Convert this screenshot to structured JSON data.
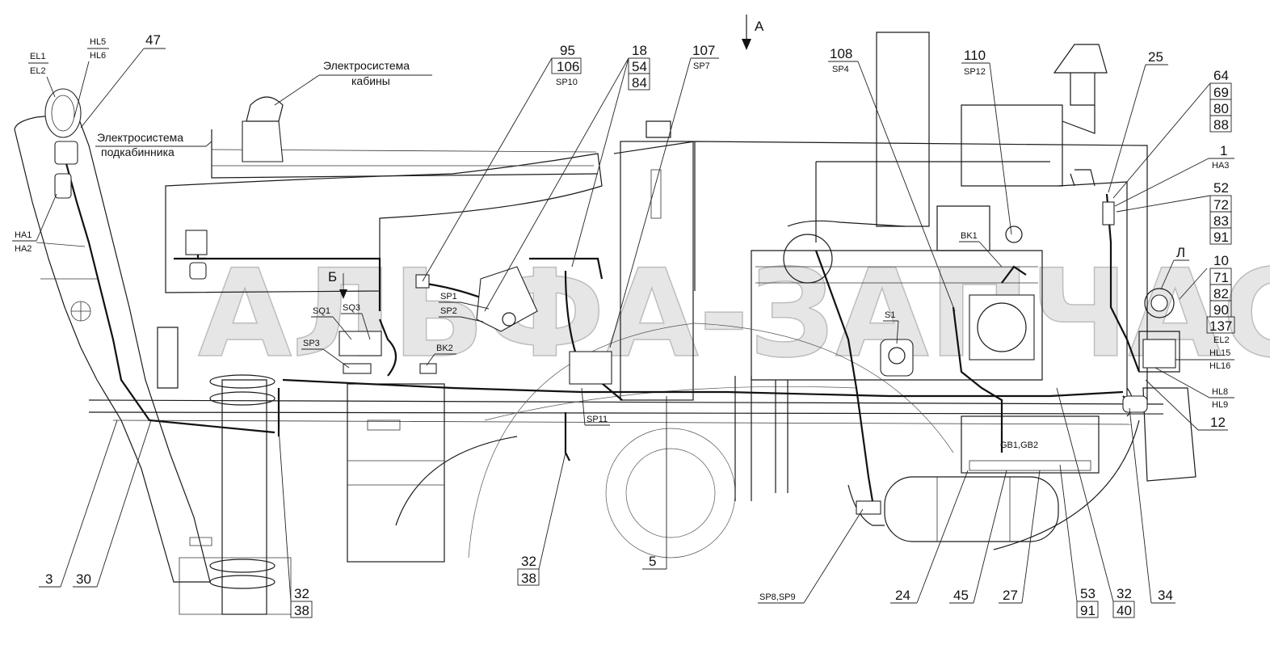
{
  "view_marker": "A",
  "watermark": "АЛЬФА-ЗАПЧАСТИ",
  "captions": {
    "cab_system": [
      "Электросистема",
      "кабины"
    ],
    "undercab_system": [
      "Электросистема",
      "подкабинника"
    ]
  },
  "callouts": {
    "el": [
      "EL1",
      "EL2"
    ],
    "hl56": [
      "HL5",
      "HL6"
    ],
    "c47": "47",
    "ha12": [
      "HA1",
      "HA2"
    ],
    "c95": [
      "95",
      "106",
      "SP10"
    ],
    "c18": [
      "18",
      "54",
      "84"
    ],
    "c107": [
      "107",
      "SP7"
    ],
    "c108": [
      "108",
      "SP4"
    ],
    "c110": [
      "110",
      "SP12"
    ],
    "c25": "25",
    "c64": [
      "64",
      "69",
      "80",
      "88"
    ],
    "c1": [
      "1",
      "HA3"
    ],
    "c52": [
      "52",
      "72",
      "83",
      "91"
    ],
    "cL": "Л",
    "c10": [
      "10",
      "71",
      "82",
      "90",
      "137",
      "EL2"
    ],
    "hl1516": [
      "HL15",
      "HL16"
    ],
    "hl89": [
      "HL8",
      "HL9"
    ],
    "c12": "12",
    "b": "Б",
    "sq1": "SQ1",
    "sq3": "SQ3",
    "sp3": "SP3",
    "sp1": "SP1",
    "sp2": "SP2",
    "bk2": "BK2",
    "sp11": "SP11",
    "bk1": "BK1",
    "s1": "S1",
    "gb": "GB1,GB2",
    "c3": "3",
    "c30": "30",
    "c32a": [
      "32",
      "38"
    ],
    "c32b": [
      "32",
      "38"
    ],
    "c5": "5",
    "sp89": "SP8,SP9",
    "c24": "24",
    "c45": "45",
    "c27": "27",
    "c53": [
      "53",
      "91"
    ],
    "c32c": [
      "32",
      "40"
    ],
    "c34": "34"
  }
}
